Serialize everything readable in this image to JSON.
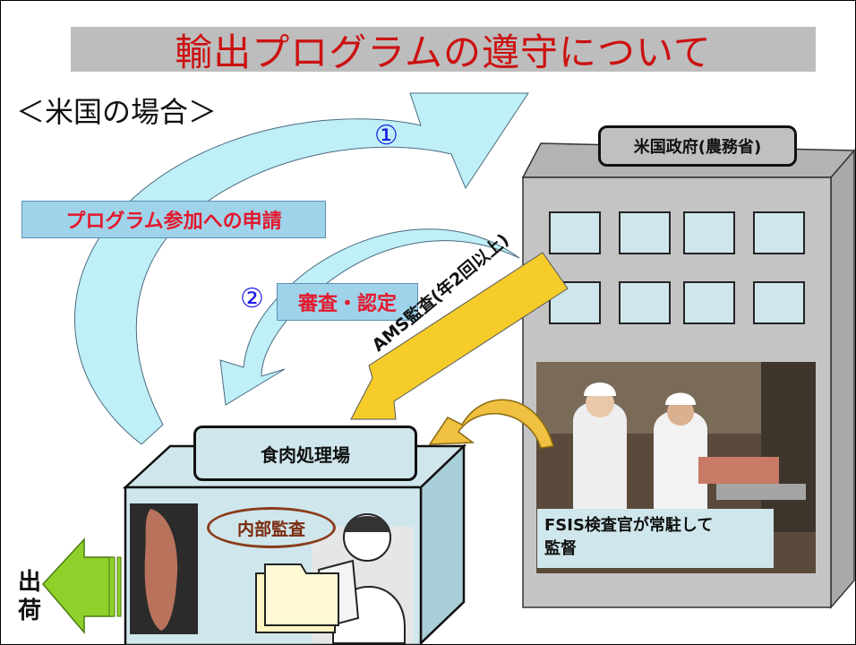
{
  "title": "輸出プログラムの遵守について",
  "subtitle": "＜米国の場合＞",
  "steps": {
    "step1_number": "①",
    "step1_label": "プログラム参加への申請",
    "step2_number": "②",
    "step2_label": "審査・認定"
  },
  "government": {
    "label": "米国政府(農務省)"
  },
  "audit_arrow": {
    "label": "AMS監査(年2回以上)"
  },
  "plant": {
    "label": "食肉処理場",
    "internal_audit": "内部監査"
  },
  "fsis": {
    "caption_line1": "FSIS検査官が常駐して",
    "caption_line2": "監督"
  },
  "shipment": {
    "label": "出荷"
  },
  "colors": {
    "title_red": "#cc1111",
    "label_red": "#e3182d",
    "number_blue": "#1a1ae0",
    "arrow_fill": "#bfeff7",
    "audit_arrow_fill": "#f5cc2a",
    "building_gray": "#c4c4c4",
    "window_blue": "#cfe7ec",
    "ship_arrow_green": "#8fd12a"
  }
}
